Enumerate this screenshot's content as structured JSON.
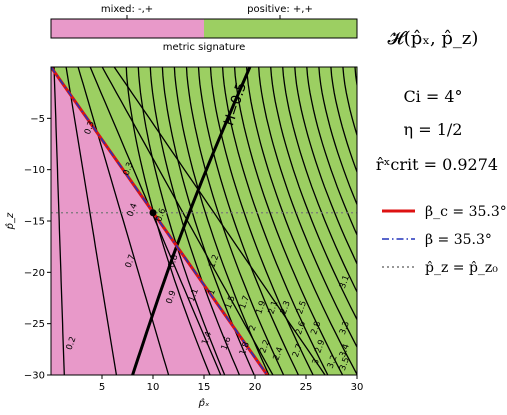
{
  "figure": {
    "title": "𝓗(p̂ₓ, p̂_z)",
    "info": {
      "ci": "Ci = 4°",
      "eta": "η = 1/2",
      "rcrit": "r̂ˣcrit = 0.9274"
    },
    "legend": [
      {
        "label": "β_c = 35.3°",
        "color": "#dd1111",
        "style": "solid"
      },
      {
        "label": "β = 35.3°",
        "color": "#2233bb",
        "style": "dashdot"
      },
      {
        "label": "p̂_z = p̂_z₀",
        "color": "#777777",
        "style": "dotted"
      }
    ]
  },
  "colorbar": {
    "label": "metric signature",
    "segments": [
      {
        "label": "mixed: -,+",
        "color": "#e899c9"
      },
      {
        "label": "positive: +,+",
        "color": "#9ccf62"
      }
    ]
  },
  "chart_data": {
    "type": "contour",
    "xlabel": "p̂ₓ",
    "ylabel": "p̂_z",
    "xlim": [
      0,
      30
    ],
    "ylim": [
      -30,
      0
    ],
    "xticks": [
      5,
      10,
      15,
      20,
      25,
      30
    ],
    "yticks": [
      -5,
      -10,
      -15,
      -20,
      -25,
      -30
    ],
    "region_colors": {
      "mixed": "#e899c9",
      "positive": "#9ccf62"
    },
    "boundary_line": {
      "x": [
        0,
        21.2
      ],
      "y": [
        0,
        -30
      ]
    },
    "critical_point": {
      "x": 10,
      "y": -14.2
    },
    "reference_y": -14.2,
    "bold_contour_label": "H=0.5",
    "contour_levels": [
      "0.2",
      "0.3",
      "0.4",
      "0.6",
      "0.7",
      "0.8",
      "0.9",
      "1",
      "1.1",
      "1.2",
      "1.4",
      "1.5",
      "1.6",
      "1.7",
      "1.8",
      "1.9",
      "2",
      "2.1",
      "2.2",
      "2.3",
      "2.4",
      "2.5",
      "2.6",
      "2.7",
      "2.8",
      "2.9",
      "3",
      "3.1",
      "3.2",
      "3.3",
      "3.4",
      "3.5"
    ],
    "labeled_contours": [
      {
        "label": "0.2",
        "x": 2.2,
        "y": -27
      },
      {
        "label": "0.3",
        "x": 7.8,
        "y": -10
      },
      {
        "label": "0.3",
        "x": 4.0,
        "y": -6
      },
      {
        "label": "0.4",
        "x": 8.2,
        "y": -14
      },
      {
        "label": "0.6",
        "x": 11.0,
        "y": -14.5
      },
      {
        "label": "0.7",
        "x": 8.0,
        "y": -19
      },
      {
        "label": "0.8",
        "x": 12.2,
        "y": -19
      },
      {
        "label": "0.9",
        "x": 12.0,
        "y": -22.5
      },
      {
        "label": "1",
        "x": 16.0,
        "y": -22
      },
      {
        "label": "1.1",
        "x": 14.2,
        "y": -22.3
      },
      {
        "label": "1.2",
        "x": 16.2,
        "y": -19
      },
      {
        "label": "1.4",
        "x": 15.5,
        "y": -26.5
      },
      {
        "label": "1.5",
        "x": 17.8,
        "y": -23
      },
      {
        "label": "1.6",
        "x": 17.4,
        "y": -27
      },
      {
        "label": "1.7",
        "x": 19.2,
        "y": -23
      },
      {
        "label": "1.8",
        "x": 19.2,
        "y": -27.5
      },
      {
        "label": "1.9",
        "x": 20.8,
        "y": -23.5
      },
      {
        "label": "2",
        "x": 20.0,
        "y": -25.5
      },
      {
        "label": "2.1",
        "x": 22.0,
        "y": -23.5
      },
      {
        "label": "2.2",
        "x": 21.2,
        "y": -27.3
      },
      {
        "label": "2.3",
        "x": 23.2,
        "y": -23.5
      },
      {
        "label": "2.4",
        "x": 22.5,
        "y": -28
      },
      {
        "label": "2.5",
        "x": 24.8,
        "y": -23.5
      },
      {
        "label": "2.6",
        "x": 24.7,
        "y": -25.5
      },
      {
        "label": "2.7",
        "x": 24.4,
        "y": -27.7
      },
      {
        "label": "2.8",
        "x": 26.2,
        "y": -25.5
      },
      {
        "label": "2.9",
        "x": 26.6,
        "y": -27.3
      },
      {
        "label": "3",
        "x": 26.2,
        "y": -28.8
      },
      {
        "label": "3.1",
        "x": 29.0,
        "y": -21
      },
      {
        "label": "3.2",
        "x": 27.8,
        "y": -28.8
      },
      {
        "label": "3.3",
        "x": 29.0,
        "y": -25.5
      },
      {
        "label": "3.4",
        "x": 29.0,
        "y": -27.7
      },
      {
        "label": "3.5",
        "x": 29.0,
        "y": -29
      }
    ]
  }
}
